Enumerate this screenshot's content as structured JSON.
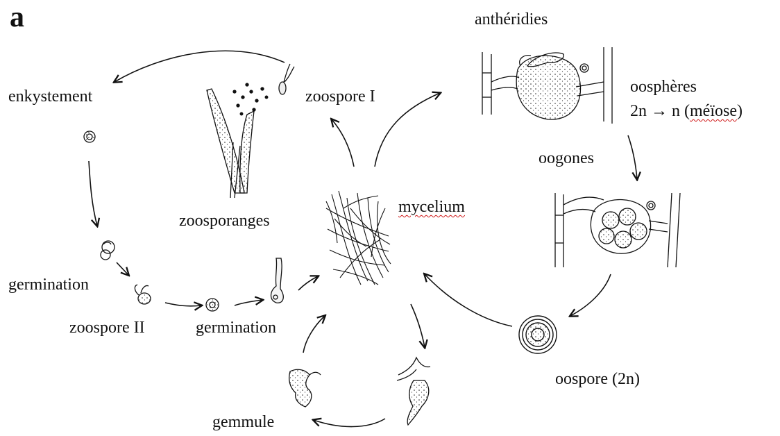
{
  "panel_letter": "a",
  "labels": {
    "antheridies": "anthéridies",
    "oospheres": "oosphères",
    "meiose_prefix": "2n → n  (",
    "meiose_word": "méïose",
    "meiose_suffix": ")",
    "enkystement": "enkystement",
    "zoospore_1": "zoospore I",
    "oogones": "oogones",
    "mycelium": "mycelium",
    "zoosporanges": "zoosporanges",
    "germination_left": "germination",
    "zoospore_2": "zoospore II",
    "germination_bottom": "germination",
    "oospore": "oospore  (2n)",
    "gemmule": "gemmule"
  }
}
